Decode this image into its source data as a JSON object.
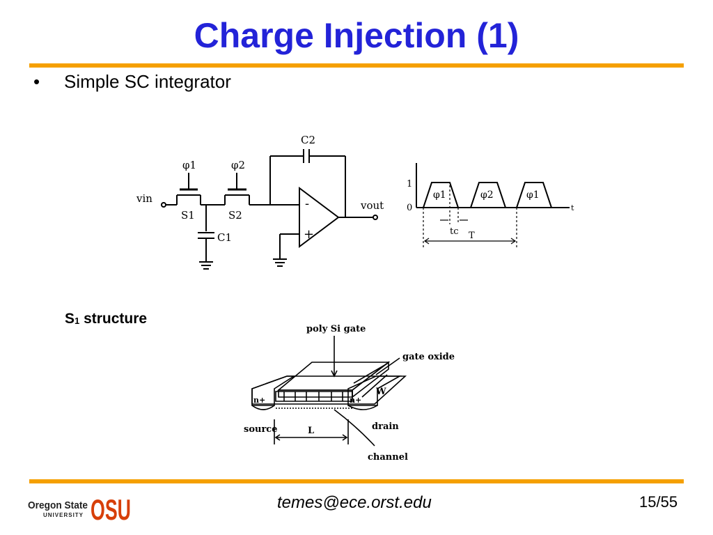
{
  "slide": {
    "title": "Charge Injection (1)",
    "bullets": [
      {
        "marker": "•",
        "text": "Simple SC integrator"
      }
    ],
    "s1_label_main": "S",
    "s1_label_sub": "1",
    "s1_label_rest": " structure",
    "footer_email": "temes@ece.orst.edu",
    "page_number": "15/55",
    "accent_color": "#f5a000",
    "title_color": "#2323d8"
  },
  "logo": {
    "university_line1": "Oregon State",
    "university_line2": "UNIVERSITY",
    "mark": "OSU",
    "mark_color": "#d73f09"
  },
  "circuit": {
    "phi1": "φ1",
    "phi2": "φ2",
    "s1": "S1",
    "s2": "S2",
    "c1": "C1",
    "c2": "C2",
    "vin": "vin",
    "vout": "vout",
    "minus": "-",
    "plus": "+"
  },
  "timing": {
    "one": "1",
    "zero": "0",
    "t": "t",
    "pulses": [
      "φ1",
      "φ2",
      "φ1"
    ],
    "tc": "tc",
    "T": "T"
  },
  "structure": {
    "poly_gate": "poly Si gate",
    "gate_oxide": "gate oxide",
    "w": "W",
    "n_left": "n+",
    "n_right": "n+",
    "source": "source",
    "drain": "drain",
    "l": "L",
    "channel": "channel"
  }
}
